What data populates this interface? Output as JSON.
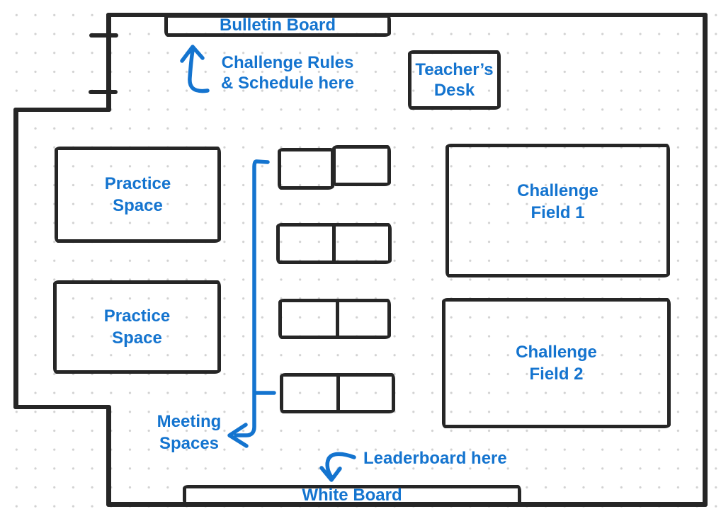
{
  "palette": {
    "ink": "#262626",
    "blue": "#1474cf",
    "dot_color": "#d2d2d2"
  },
  "rooms": {
    "bulletin_board": "Bulletin Board",
    "teachers_desk": {
      "line1": "Teacher’s",
      "line2": "Desk"
    },
    "practice_space_1": {
      "line1": "Practice",
      "line2": "Space"
    },
    "practice_space_2": {
      "line1": "Practice",
      "line2": "Space"
    },
    "challenge_field_1": {
      "line1": "Challenge",
      "line2": "Field 1"
    },
    "challenge_field_2": {
      "line1": "Challenge",
      "line2": "Field 2"
    },
    "white_board": "White Board"
  },
  "annotations": {
    "challenge_rules": {
      "line1": "Challenge Rules",
      "line2": "& Schedule here"
    },
    "meeting_spaces": {
      "line1": "Meeting",
      "line2": "Spaces"
    },
    "leaderboard": "Leaderboard here"
  },
  "furniture": {
    "meeting_table_pairs": 4,
    "door_ticks": 2
  }
}
